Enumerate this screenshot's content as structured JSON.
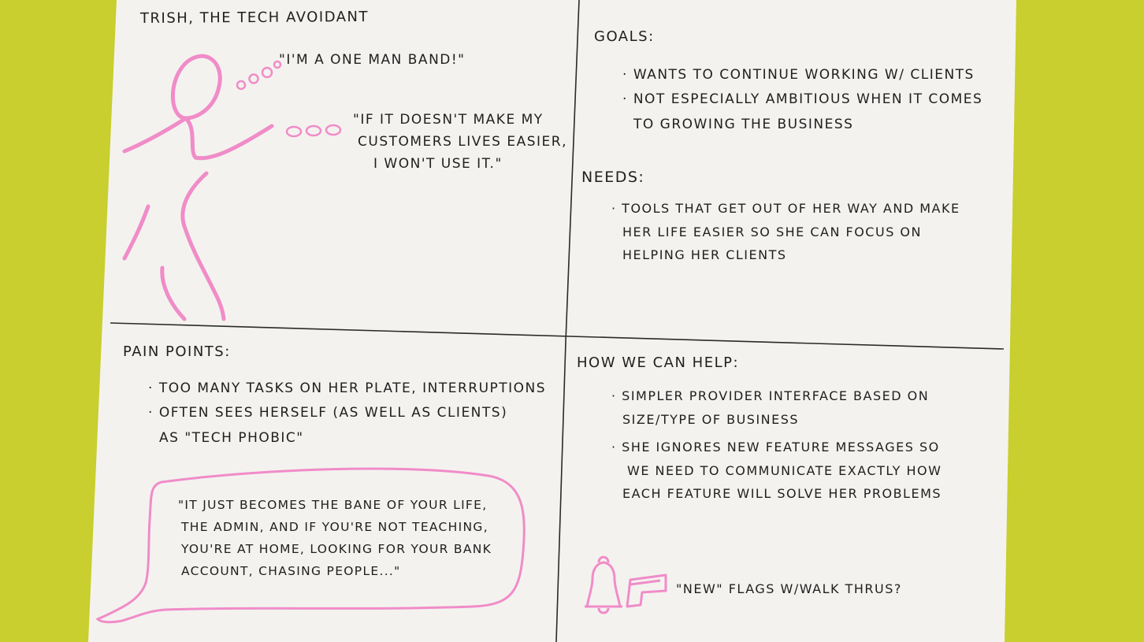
{
  "persona": {
    "title": "Trish, the Tech Avoidant",
    "quote_1": "\"I'm a one man band!\"",
    "quote_2_lines": [
      "\"If it doesn't make my",
      "customers lives easier,",
      "I won't use it.\""
    ]
  },
  "goals": {
    "heading": "Goals:",
    "items": [
      [
        "Wants to continue working w/ clients"
      ],
      [
        "Not especially ambitious when it comes",
        "to growing the business"
      ]
    ]
  },
  "needs": {
    "heading": "Needs:",
    "items": [
      [
        "Tools that get out of her way and make",
        "her life easier so she can focus on",
        "helping her clients"
      ]
    ]
  },
  "pain_points": {
    "heading": "Pain Points:",
    "items": [
      [
        "Too many tasks on her plate, interruptions"
      ],
      [
        "Often sees herself (as well as clients)",
        "as \"tech phobic\""
      ]
    ],
    "bubble_quote_lines": [
      "\"It just becomes the bane of your life,",
      "the admin, and if you're not teaching,",
      "you're at home, looking for your bank",
      "account, chasing people...\""
    ]
  },
  "help": {
    "heading": "How we can help:",
    "items": [
      [
        "Simpler provider interface based on",
        "size/type of business"
      ],
      [
        "She ignores new feature messages so",
        "we need to communicate exactly how",
        "each feature will solve her problems"
      ]
    ],
    "flag_note": "\"New\" flags w/walk thrus?"
  },
  "colors": {
    "background": "#c8cf2e",
    "paper": "#f4f2ef",
    "ink": "#1f1f1f",
    "marker_pink": "#f08cc8"
  },
  "icons": [
    "stick-figure-icon",
    "speech-bubble",
    "bell-icon",
    "flag-icon"
  ]
}
